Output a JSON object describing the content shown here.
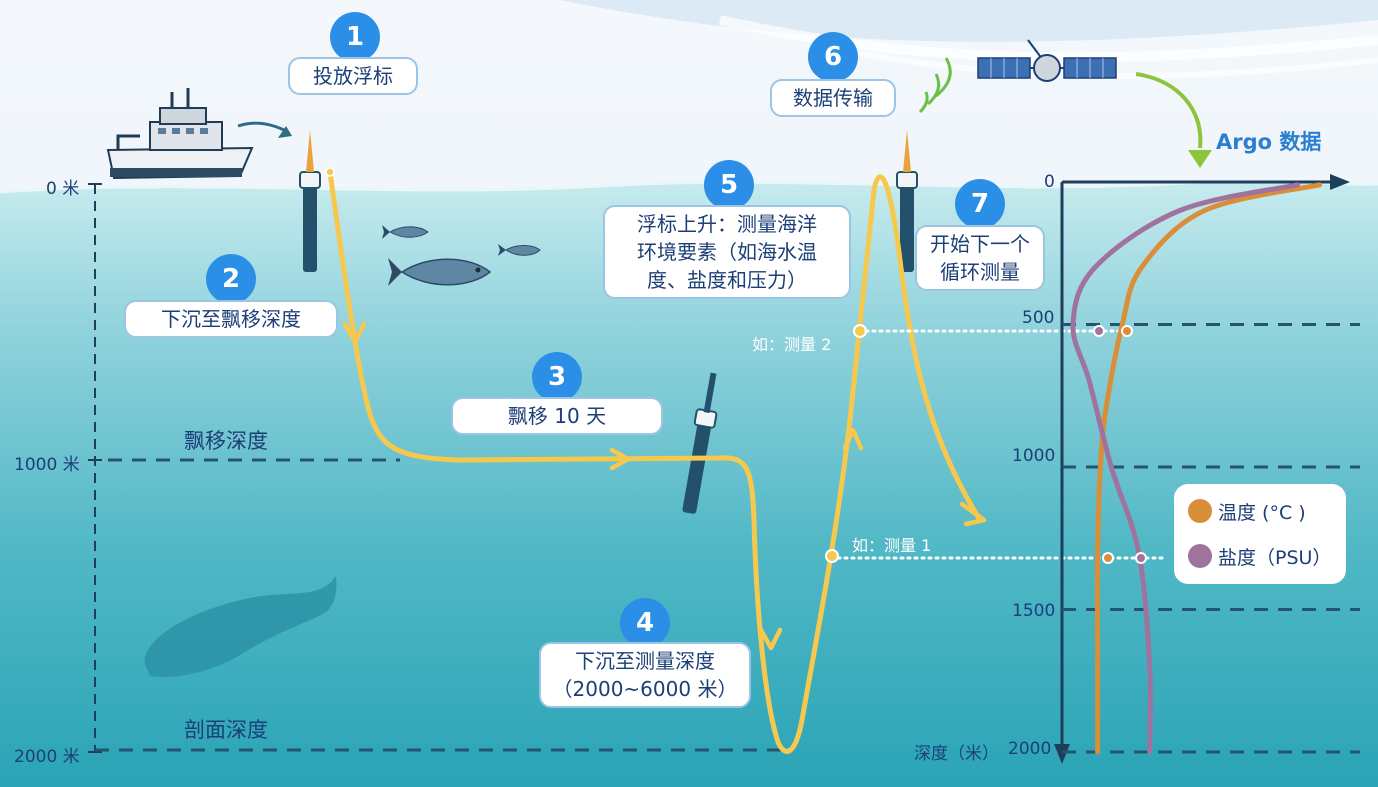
{
  "steps": [
    {
      "num": "1",
      "label": "投放浮标"
    },
    {
      "num": "2",
      "label": "下沉至飘移深度"
    },
    {
      "num": "3",
      "label": "飘移 10 天"
    },
    {
      "num": "4",
      "label_line1": "下沉至测量深度",
      "label_line2": "（2000~6000 米）"
    },
    {
      "num": "5",
      "label_line1": "浮标上升：测量海洋",
      "label_line2": "环境要素（如海水温",
      "label_line3": "度、盐度和压力）"
    },
    {
      "num": "6",
      "label": "数据传输"
    },
    {
      "num": "7",
      "label_line1": "开始下一个",
      "label_line2": "循环测量"
    }
  ],
  "left_depth_axis": {
    "ticks": [
      "0 米",
      "1000 米",
      "2000 米"
    ]
  },
  "zones": {
    "drift_depth": "飘移深度",
    "profile_depth": "剖面深度"
  },
  "measurements": {
    "m1": "如：测量 1",
    "m2": "如：测量 2"
  },
  "argo_chart": {
    "title": "Argo 数据",
    "axis_label": "深度（米）",
    "ticks": [
      "0",
      "500",
      "1000",
      "1500",
      "2000"
    ]
  },
  "legend": {
    "items": [
      {
        "label": "温度 (°C )",
        "color": "#d98e3a"
      },
      {
        "label": "盐度（PSU）",
        "color": "#a0739f"
      }
    ]
  },
  "colors": {
    "float_path": "#f6c94e",
    "temperature": "#d98e3a",
    "salinity": "#a0739f",
    "badge": "#2b8fe7",
    "ocean_surface": "#a8dde4",
    "ocean_deep": "#2fa6b8"
  },
  "chart_data": {
    "type": "line",
    "title": "Argo 数据",
    "xlabel": "",
    "ylabel": "深度（米）",
    "ylim": [
      0,
      2000
    ],
    "y_ticks": [
      0,
      500,
      1000,
      1500,
      2000
    ],
    "series": [
      {
        "name": "温度 (°C )",
        "depth": [
          10,
          100,
          300,
          500,
          800,
          1000,
          1300,
          1700,
          2000
        ],
        "relative_value": [
          0.94,
          0.52,
          0.29,
          0.22,
          0.16,
          0.14,
          0.13,
          0.13,
          0.13
        ]
      },
      {
        "name": "盐度（PSU）",
        "depth": [
          10,
          100,
          300,
          500,
          700,
          1000,
          1300,
          1700,
          2000
        ],
        "relative_value": [
          0.86,
          0.43,
          0.12,
          0.04,
          0.1,
          0.18,
          0.28,
          0.32,
          0.32
        ]
      }
    ]
  }
}
